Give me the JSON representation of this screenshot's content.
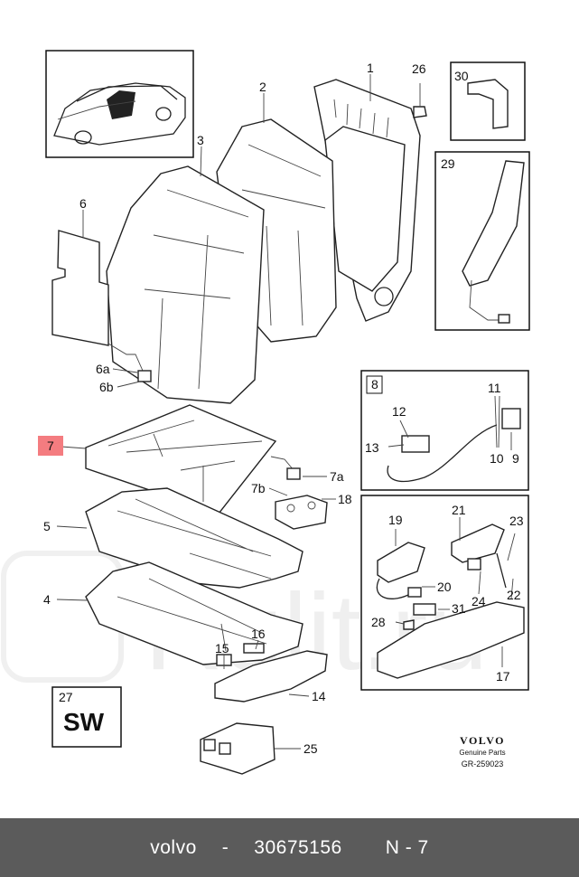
{
  "callouts": {
    "c1": "1",
    "c2": "2",
    "c3": "3",
    "c6": "6",
    "c26": "26",
    "c30": "30",
    "c29": "29",
    "c6a": "6a",
    "c6b": "6b",
    "c8": "8",
    "c11": "11",
    "c12": "12",
    "c13": "13",
    "c10": "10",
    "c9": "9",
    "c7": "7",
    "c7a": "7a",
    "c7b": "7b",
    "c18": "18",
    "c5": "5",
    "c4": "4",
    "c19": "19",
    "c21": "21",
    "c23": "23",
    "c20": "20",
    "c24": "24",
    "c22": "22",
    "c31": "31",
    "c28": "28",
    "c17": "17",
    "c15": "15",
    "c16": "16",
    "c14": "14",
    "c27": "27",
    "c25": "25"
  },
  "sw_label": "SW",
  "brand": {
    "name": "VOLVO",
    "sub": "Genuine Parts",
    "ref": "GR-259023"
  },
  "highlight_color": "#f47c80",
  "footer": {
    "brand": "volvo",
    "part_number": "30675156",
    "position": "N - 7"
  }
}
